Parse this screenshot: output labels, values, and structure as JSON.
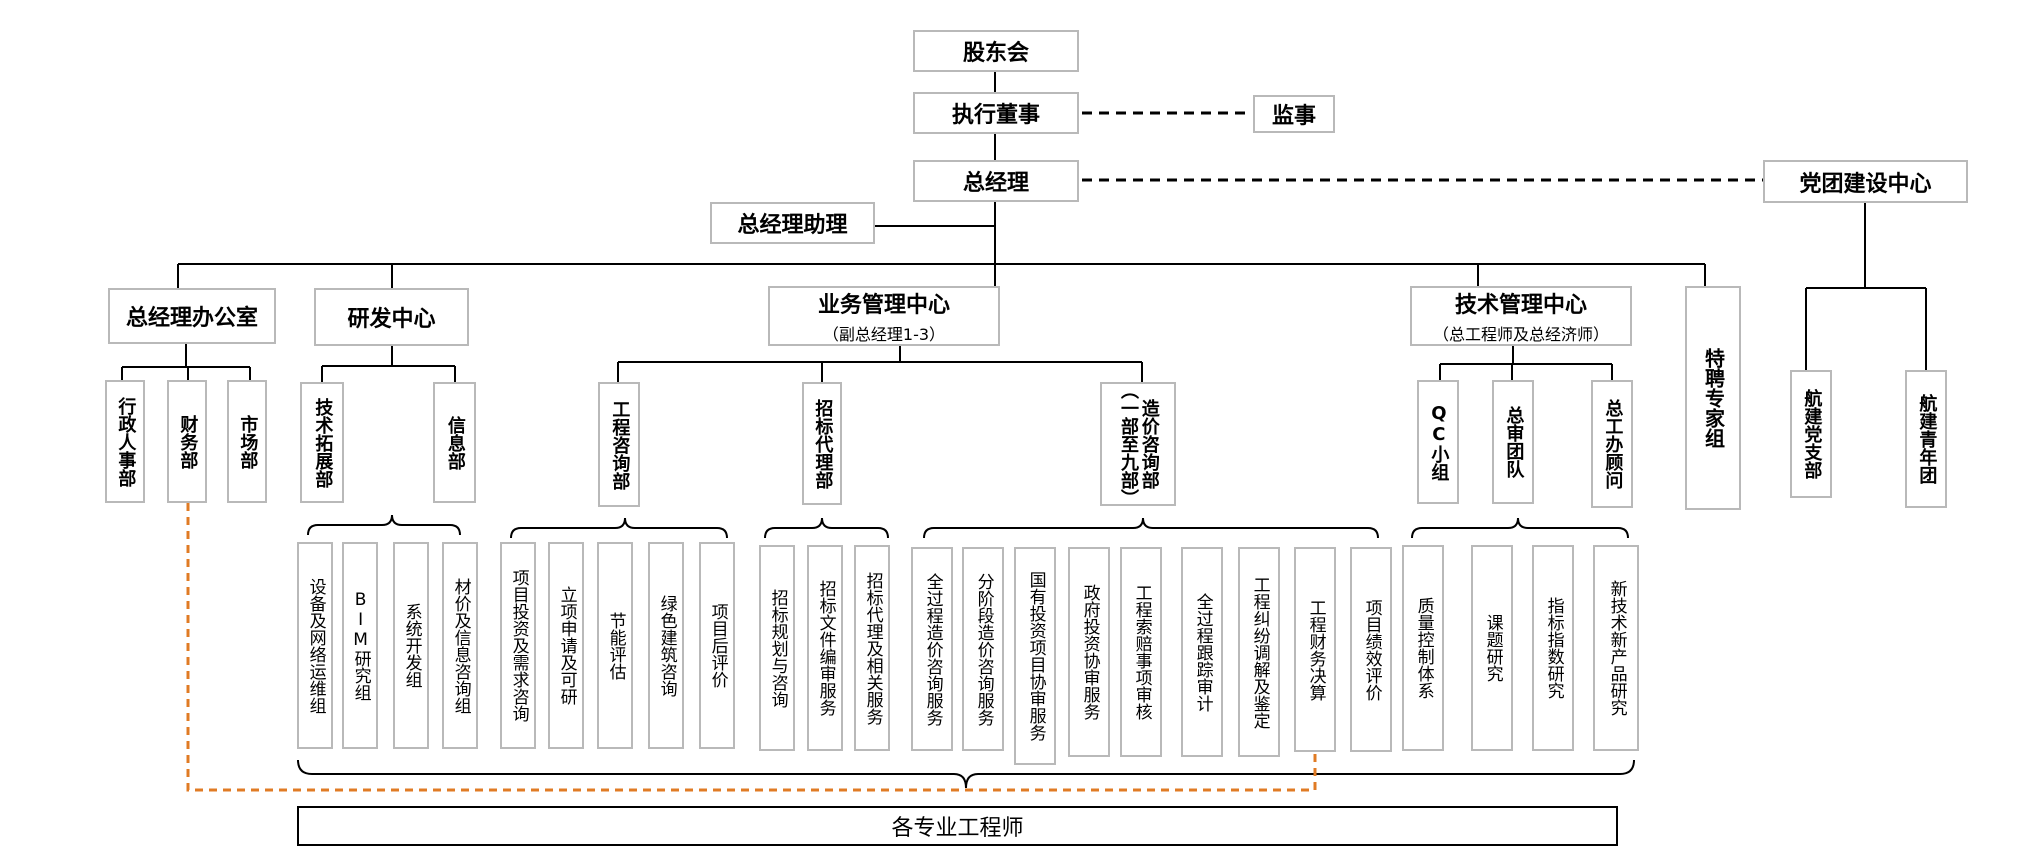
{
  "top": {
    "shareholders": "股东会",
    "executive_director": "执行董事",
    "supervisor": "监事",
    "general_manager": "总经理",
    "gm_assistant": "总经理助理",
    "party_center": "党团建设中心"
  },
  "party": {
    "branch": "航建党支部",
    "youth": "航建青年团"
  },
  "departments": {
    "gm_office": "总经理办公室",
    "rd_center": "研发中心",
    "business_center": "业务管理中心",
    "business_center_sub": "（副总经理1-3）",
    "tech_center": "技术管理中心",
    "tech_center_sub": "（总工程师及总经济师）",
    "special_experts": "特聘专家组"
  },
  "gm_office_units": {
    "hr": "行政人事部",
    "finance": "财务部",
    "market": "市场部"
  },
  "rd_units": {
    "tech_expansion": "技术拓展部",
    "info": "信息部",
    "tasks": [
      "设备及网络运维组",
      "BIM研究组",
      "系统开发组",
      "材价及信息咨询组"
    ]
  },
  "business_units": {
    "engineering_consulting": {
      "name": "工程咨询部",
      "tasks": [
        "项目投资及需求咨询",
        "立项申请及可研",
        "节能评估",
        "绿色建筑咨询",
        "项目后评价"
      ]
    },
    "bidding_agency": {
      "name": "招标代理部",
      "tasks": [
        "招标规划与咨询",
        "招标文件编审服务",
        "招标代理及相关服务"
      ]
    },
    "cost_consulting": {
      "name_lines": [
        "造价咨询部",
        "（一部至九部）"
      ],
      "tasks": [
        "全过程造价咨询服务",
        "分阶段造价咨询服务",
        "国有投资项目协审服务",
        "政府投资协审服务",
        "工程索赔事项审核",
        "全过程跟踪审计",
        "工程纠纷调解及鉴定",
        "工程财务决算",
        "项目绩效评价"
      ]
    }
  },
  "tech_units": {
    "qc": "QC小组",
    "review": "总审团队",
    "chief_office": "总工办顾问",
    "tasks": [
      "质量控制体系",
      "课题研究",
      "指标指数研究",
      "新技术新产品研究"
    ]
  },
  "bottom_label": "各专业工程师",
  "colors": {
    "box_border": "#b9b9b9",
    "line": "#000000",
    "dashed_orange": "#e07b24"
  }
}
